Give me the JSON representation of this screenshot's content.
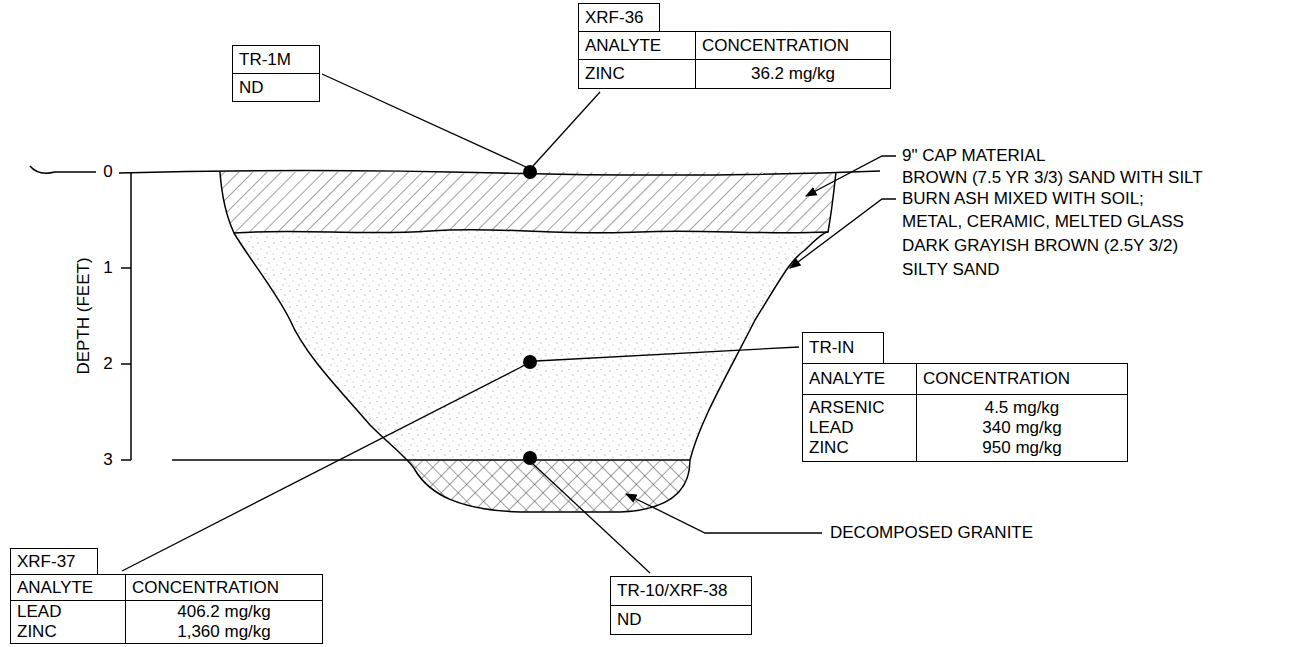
{
  "diagram": {
    "nodes": [
      {
        "text": [
          "TR-1M",
          "ND"
        ]
      },
      {
        "text": [
          "XRF-36",
          "ANALYTE",
          "CONCENTRATION",
          "ZINC",
          "36.2 mg/kg"
        ]
      },
      {
        "text": [
          "TR-IN",
          "ANALYTE",
          "CONCENTRATION",
          "ARSENIC",
          "LEAD",
          "ZINC",
          "4.5 mg/kg",
          "340 mg/kg",
          "950 mg/kg"
        ]
      },
      {
        "text": [
          "XRF-37",
          "ANALYTE",
          "CONCENTRATION",
          "LEAD",
          "ZINC",
          "406.2 mg/kg",
          "1,360 mg/kg"
        ]
      },
      {
        "text": [
          "TR-10/XRF-38",
          "ND"
        ]
      }
    ],
    "edges": [],
    "labels": [
      "0",
      "1",
      "2",
      "3",
      "DEPTH (FEET)",
      "9\" CAP MATERIAL",
      "BROWN (7.5 YR 3/3) SAND WITH SILT",
      "BURN ASH MIXED WITH SOIL;",
      "METAL, CERAMIC, MELTED GLASS",
      "DARK GRAYISH BROWN (2.5Y 3/2)",
      "SILTY SAND",
      "DECOMPOSED GRANITE"
    ]
  }
}
